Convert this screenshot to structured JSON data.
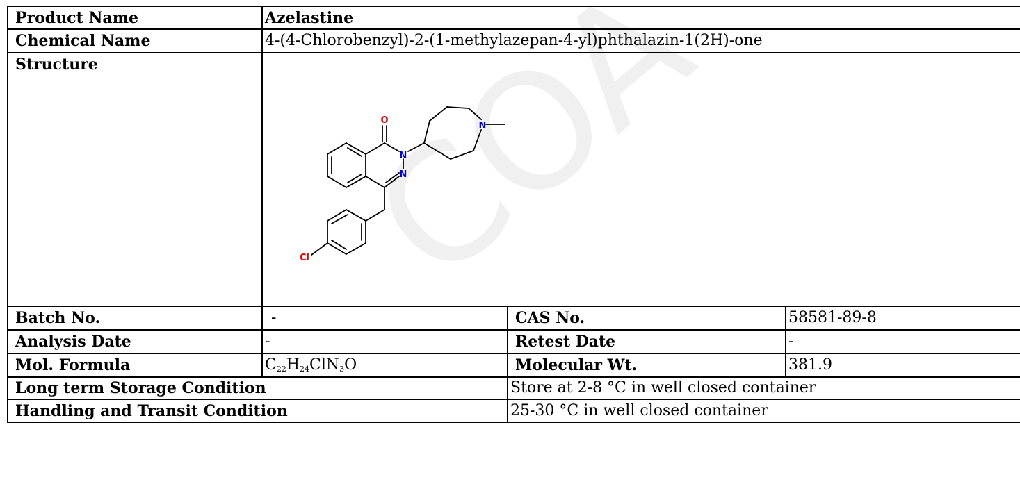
{
  "watermark": "COA",
  "rows": {
    "product_name": {
      "label": "Product Name",
      "value": "Azelastine"
    },
    "chemical_name": {
      "label": "Chemical Name",
      "value": "4-(4-Chlorobenzyl)-2-(1-methylazepan-4-yl)phthalazin-1(2H)-one"
    },
    "structure": {
      "label": "Structure",
      "atoms": {
        "O": "O",
        "N1": "N",
        "N2": "N",
        "N3": "N",
        "Cl": "Cl"
      }
    },
    "batch": {
      "label": "Batch No.",
      "value": "-"
    },
    "cas": {
      "label": "CAS No.",
      "value": "58581-89-8"
    },
    "analysis_date": {
      "label": "Analysis Date",
      "value": "-"
    },
    "retest_date": {
      "label": "Retest Date",
      "value": "-"
    },
    "formula": {
      "label": "Mol. Formula",
      "parts": [
        "C",
        "22",
        "H",
        "24",
        "ClN",
        "3",
        "O"
      ]
    },
    "mol_wt": {
      "label": "Molecular Wt.",
      "value": "381.9"
    },
    "storage": {
      "label": "Long term Storage Condition",
      "value": "Store at 2-8 °C in well closed container"
    },
    "handling": {
      "label": "Handling and Transit Condition",
      "value": "25-30 °C in well closed container"
    }
  },
  "colors": {
    "oxygen": "#e00000",
    "nitrogen": "#0000dd",
    "chlorine": "#e00000",
    "watermark": "#f0f0f0"
  }
}
